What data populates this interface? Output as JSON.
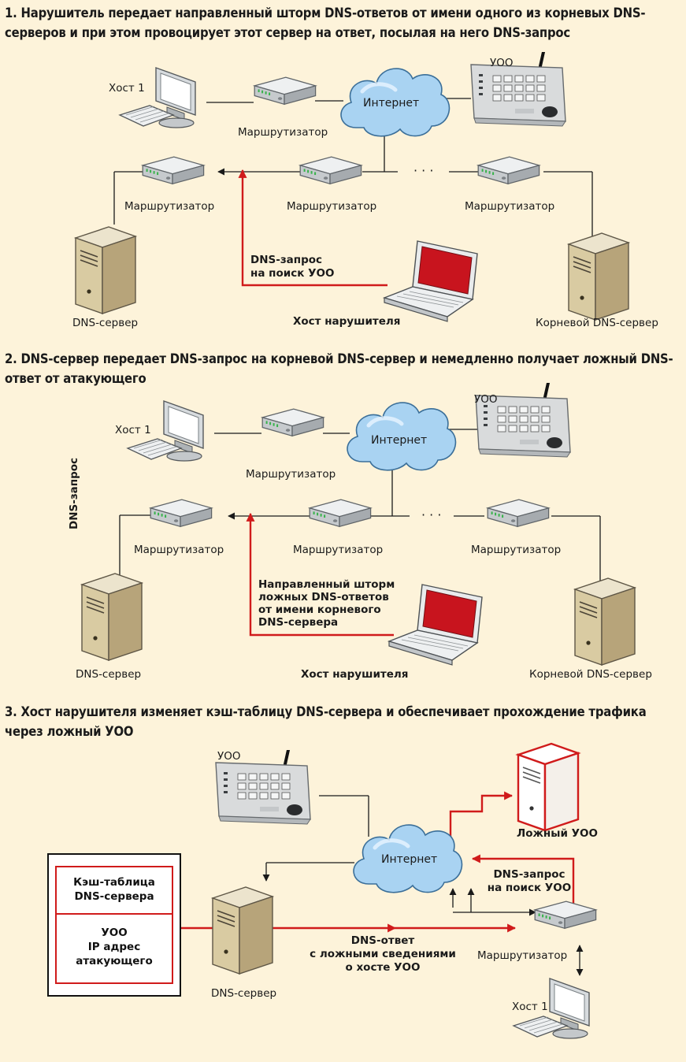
{
  "steps": [
    {
      "title": "1. Нарушитель передает направленный шторм DNS-ответов от имени одного из корневых DNS-серверов и при этом провоцирует этот сервер на ответ, посылая на него DNS-запрос",
      "labels": {
        "host1": "Хост 1",
        "router_top": "Маршрутизатор",
        "internet": "Интернет",
        "uoo": "УОО",
        "router_left": "Маршрутизатор",
        "router_mid": "Маршрутизатор",
        "router_right": "Маршрутизатор",
        "dots": "· · ·",
        "dns_request": "DNS-запрос\nна поиск УОО",
        "dns_server": "DNS-сервер",
        "attacker": "Хост нарушителя",
        "root_dns": "Корневой DNS-сервер"
      }
    },
    {
      "title": "2. DNS-сервер передает DNS-запрос на корневой DNS-сервер и немедленно получает ложный DNS-ответ от атакующего",
      "labels": {
        "host1": "Хост 1",
        "router_top": "Маршрутизатор",
        "internet": "Интернет",
        "uoo": "УОО",
        "router_left": "Маршрутизатор",
        "router_mid": "Маршрутизатор",
        "router_right": "Маршрутизатор",
        "dots": "· · ·",
        "dns_request_vertical": "DNS-запрос",
        "storm": "Направленный шторм\nложных DNS-ответов\nот имени корневого\nDNS-сервера",
        "dns_server": "DNS-сервер",
        "attacker": "Хост нарушителя",
        "root_dns": "Корневой DNS-сервер"
      }
    },
    {
      "title": "3. Хост нарушителя изменяет кэш-таблицу DNS-сервера и обеспечивает прохождение трафика через ложный УОО",
      "labels": {
        "uoo": "УОО",
        "fake_uoo": "Ложный УОО",
        "internet": "Интернет",
        "dns_request": "DNS-запрос\nна поиск УОО",
        "cache_title": "Кэш-таблица\nDNS-сервера",
        "cache_entry": "УОО\nIP адрес\nатакующего",
        "dns_response": "DNS-ответ\nс ложными сведениями\nо хосте УОО",
        "router": "Маршрутизатор",
        "dns_server": "DNS-сервер",
        "host1": "Хост 1"
      }
    }
  ],
  "colors": {
    "background": "#fdf3da",
    "attack_line": "#d01b1b",
    "normal_line": "#1a1a1a",
    "cloud_fill": "#a9d3f2",
    "laptop_screen": "#c8141e"
  }
}
